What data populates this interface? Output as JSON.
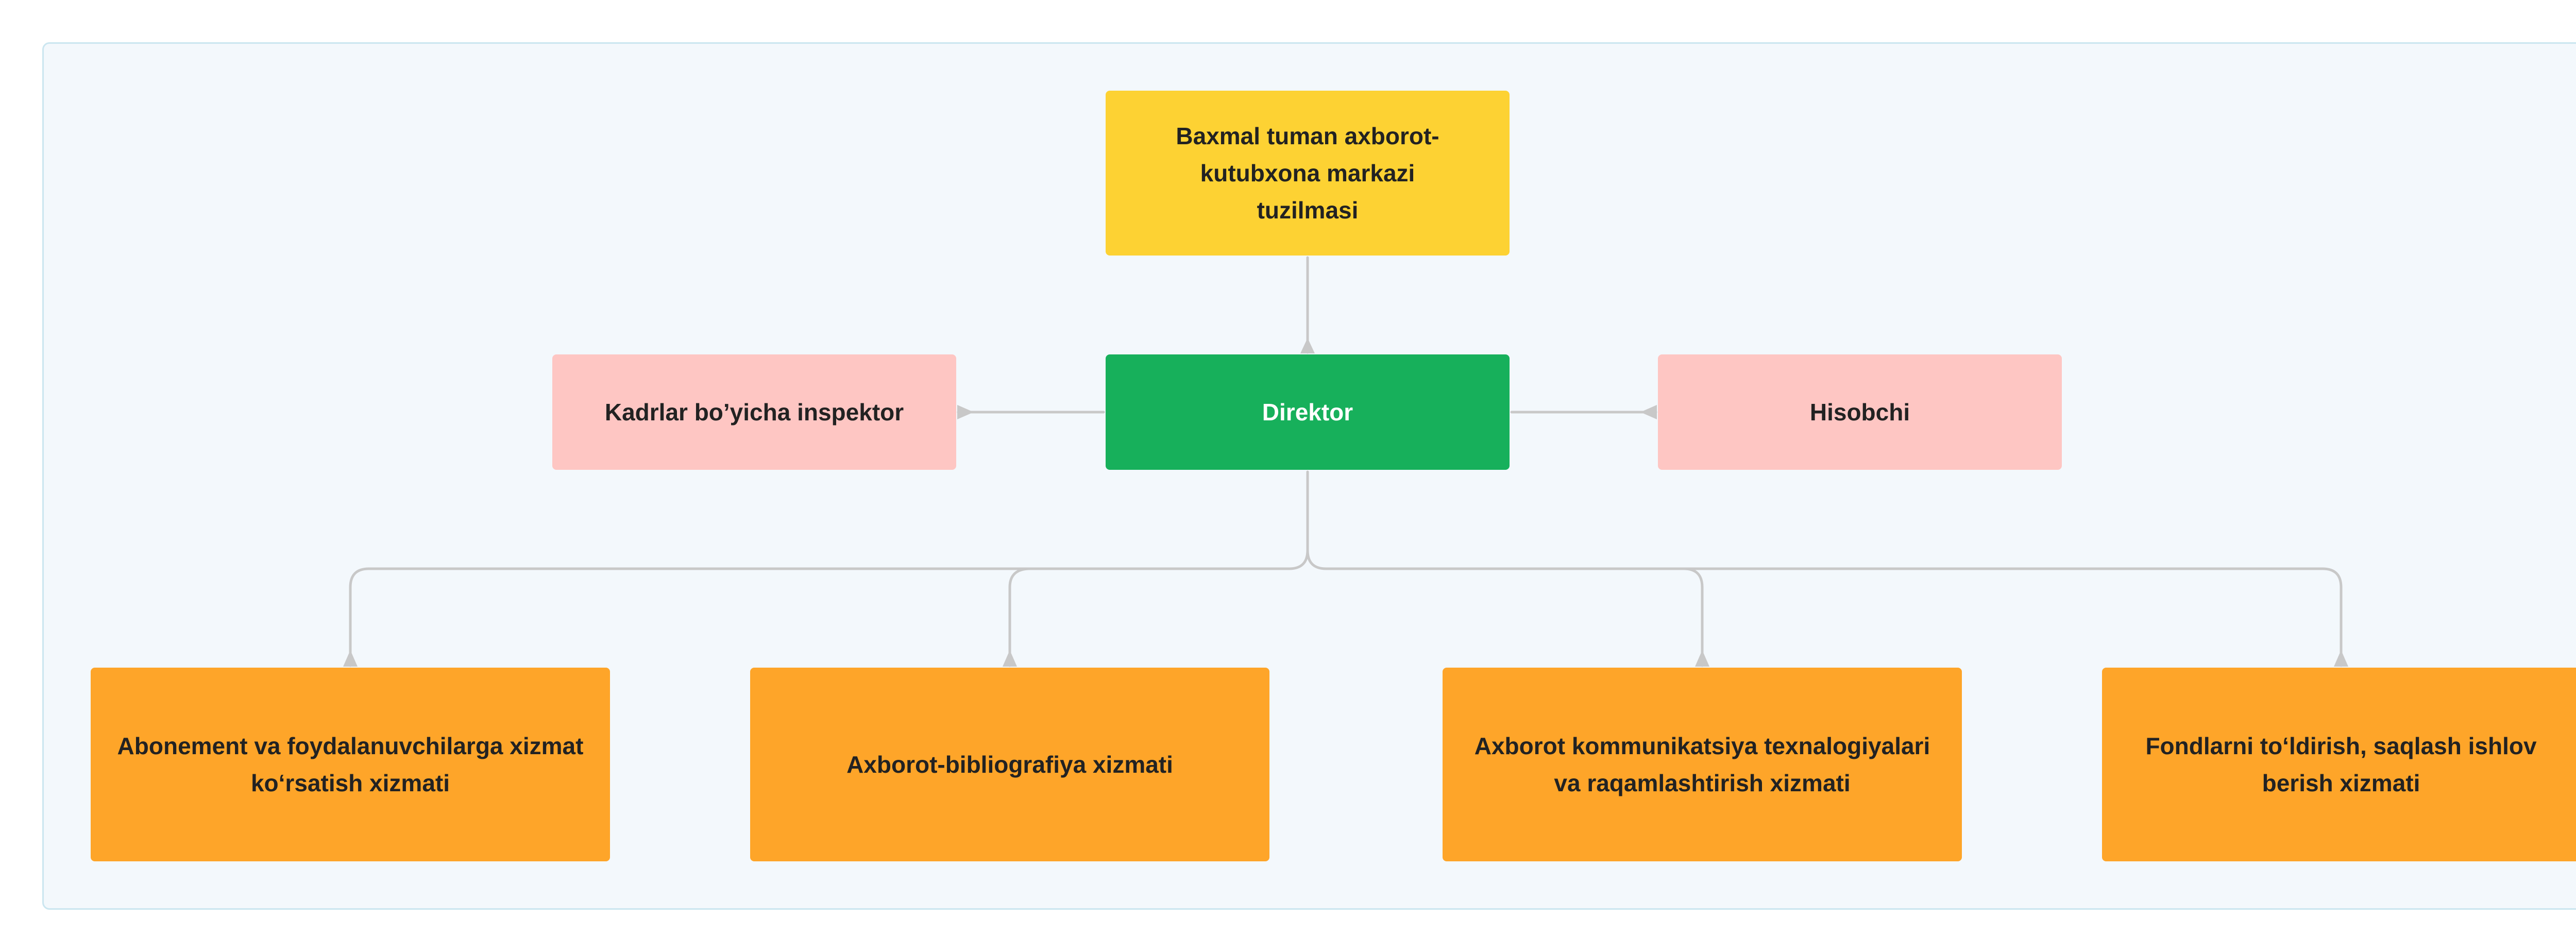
{
  "colors": {
    "background": "#f3f8fc",
    "frame_border": "#cbe6f0",
    "title_box": "#fdd233",
    "director_box": "#17b05b",
    "staff_box": "#fec6c3",
    "service_box": "#fea529",
    "connector": "#c8c8c8"
  },
  "chart": {
    "title": "Baxmal tuman axborot-kutubxona markazi tuzilmasi",
    "director": "Direktor",
    "staff": [
      {
        "label": "Kadrlar bo’yicha inspektor"
      },
      {
        "label": "Hisobchi"
      }
    ],
    "services": [
      {
        "label": "Abonement va foydalanuvchilarga xizmat ko‘rsatish xizmati"
      },
      {
        "label": "Axborot-bibliografiya xizmati"
      },
      {
        "label": "Axborot kommunikatsiya texnalogiyalari va raqamlashtirish xizmati"
      },
      {
        "label": "Fondlarni to‘ldirish, saqlash ishlov berish xizmati"
      }
    ]
  }
}
